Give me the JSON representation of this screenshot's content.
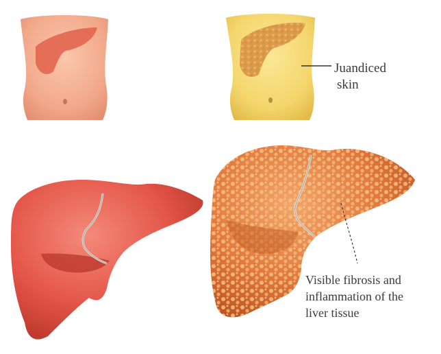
{
  "labels": {
    "jaundiced_skin": {
      "line1": "Juandiced",
      "line2": "skin"
    },
    "fibrosis": {
      "line1": "Visible fibrosis and",
      "line2": "inflammation of the",
      "line3": "liver tissue"
    }
  },
  "colors": {
    "healthy_skin": "#f2a88a",
    "jaundiced_skin": "#f3d56a",
    "healthy_liver": "#e4574a",
    "diseased_liver": "#e27a3c",
    "label_text": "#3a3a3a"
  }
}
